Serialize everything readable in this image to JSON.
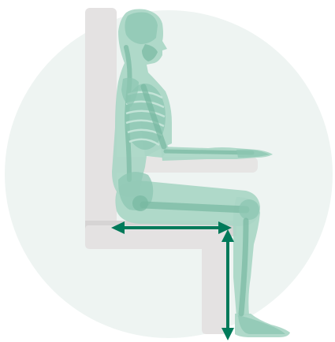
{
  "colors": {
    "background": "#ffffff",
    "circle": "#eef4f2",
    "chair": "#e4e2e2",
    "chair_shadow": "#d6d4d4",
    "body_fill": "#a9d6c5",
    "body_light": "#c4e4d8",
    "bone": "#8cc6b2",
    "bone_dark": "#77b8a1",
    "arrow": "#007a5a"
  },
  "icons": {
    "figure": "seated-skeleton-figure",
    "seat_depth_arrow": "double-headed-horizontal-arrow",
    "seat_height_arrow": "double-headed-vertical-arrow"
  }
}
